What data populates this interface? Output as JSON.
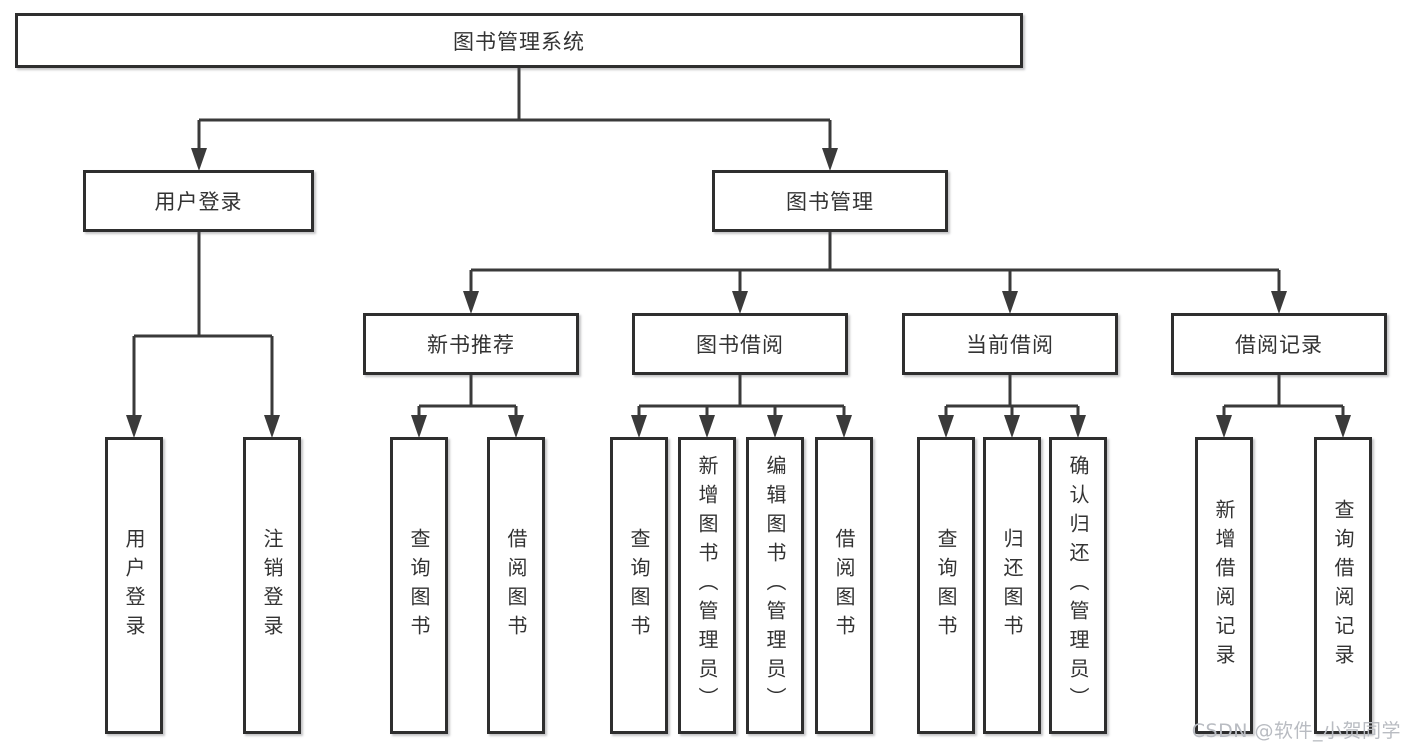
{
  "diagram": {
    "kind": "hierarchy-function-structure",
    "root": {
      "label": "图书管理系统",
      "children": [
        {
          "label": "用户登录",
          "children": [
            {
              "label": "用户登录"
            },
            {
              "label": "注销登录"
            }
          ]
        },
        {
          "label": "图书管理",
          "children": [
            {
              "label": "新书推荐",
              "children": [
                {
                  "label": "查询图书"
                },
                {
                  "label": "借阅图书"
                }
              ]
            },
            {
              "label": "图书借阅",
              "children": [
                {
                  "label": "查询图书"
                },
                {
                  "label": "新增图书（管理员）"
                },
                {
                  "label": "编辑图书（管理员）"
                },
                {
                  "label": "借阅图书"
                }
              ]
            },
            {
              "label": "当前借阅",
              "children": [
                {
                  "label": "查询图书"
                },
                {
                  "label": "归还图书"
                },
                {
                  "label": "确认归还（管理员）"
                }
              ]
            },
            {
              "label": "借阅记录",
              "children": [
                {
                  "label": "新增借阅记录"
                },
                {
                  "label": "查询借阅记录"
                }
              ]
            }
          ]
        }
      ]
    }
  },
  "watermark": {
    "text": "CSDN @软件_小贺同学"
  },
  "colors": {
    "line": "#3a3a3a",
    "border": "#2e2e2e",
    "text": "#333333",
    "background": "#ffffff",
    "watermark": "#b9bcc2"
  }
}
